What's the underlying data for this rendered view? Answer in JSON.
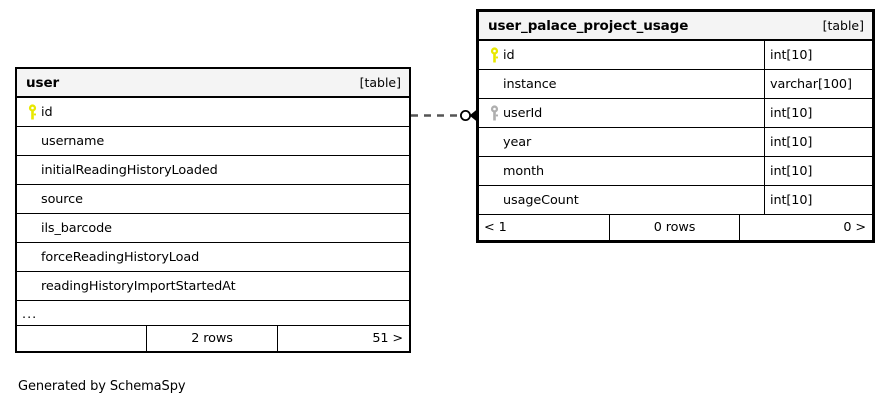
{
  "diagram": {
    "caption": "Generated by SchemaSpy",
    "table_tag": "[table]",
    "colors": {
      "primary_key_icon": "#E8E800",
      "foreign_key_icon": "#AFAFAF",
      "header_background": "#F4F4F4",
      "border": "#000000",
      "text": "#000000",
      "background": "#FFFFFF"
    }
  },
  "tables": [
    {
      "id": "user",
      "name": "user",
      "tag": "[table]",
      "focal": false,
      "has_type_column": false,
      "columns": [
        {
          "name": "id",
          "type": "",
          "key": "primary"
        },
        {
          "name": "username",
          "type": "",
          "key": "none"
        },
        {
          "name": "initialReadingHistoryLoaded",
          "type": "",
          "key": "none"
        },
        {
          "name": "source",
          "type": "",
          "key": "none"
        },
        {
          "name": "ils_barcode",
          "type": "",
          "key": "none"
        },
        {
          "name": "forceReadingHistoryLoad",
          "type": "",
          "key": "none"
        },
        {
          "name": "readingHistoryImportStartedAt",
          "type": "",
          "key": "none"
        }
      ],
      "truncated_indicator": "...",
      "footer": {
        "left": "",
        "center": "2 rows",
        "right": "51 >"
      }
    },
    {
      "id": "user_palace_project_usage",
      "name": "user_palace_project_usage",
      "tag": "[table]",
      "focal": true,
      "has_type_column": true,
      "columns": [
        {
          "name": "id",
          "type": "int[10]",
          "key": "primary"
        },
        {
          "name": "instance",
          "type": "varchar[100]",
          "key": "none"
        },
        {
          "name": "userId",
          "type": "int[10]",
          "key": "foreign"
        },
        {
          "name": "year",
          "type": "int[10]",
          "key": "none"
        },
        {
          "name": "month",
          "type": "int[10]",
          "key": "none"
        },
        {
          "name": "usageCount",
          "type": "int[10]",
          "key": "none"
        }
      ],
      "truncated_indicator": "",
      "footer": {
        "left": "< 1",
        "center": "0 rows",
        "right": "0 >"
      }
    }
  ],
  "relationships": [
    {
      "from_table": "user",
      "from_column": "id",
      "to_table": "user_palace_project_usage",
      "to_column": "userId",
      "line_style": "dashed",
      "source_marker": "none",
      "target_marker": "zero-or-more",
      "label": ""
    }
  ]
}
